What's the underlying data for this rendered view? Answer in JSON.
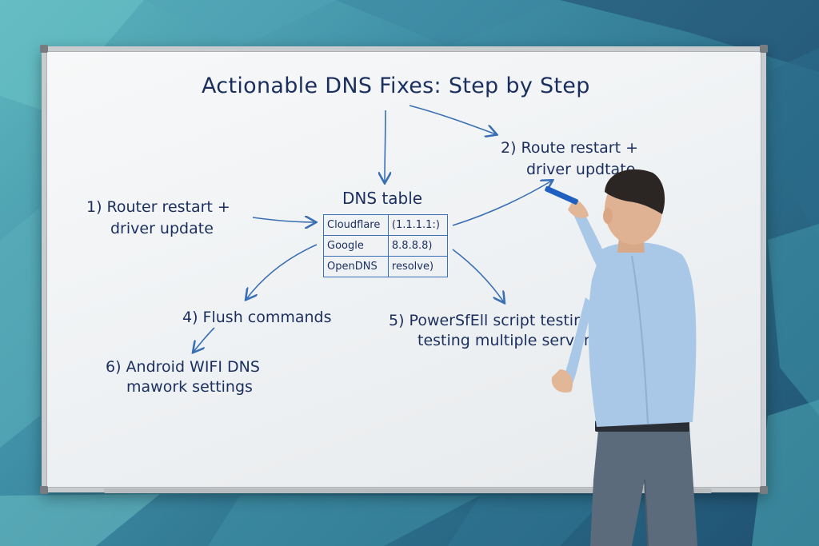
{
  "board": {
    "title": "Actionable DNS Fixes: Step by Step",
    "step1_line1": "1) Router restart +",
    "step1_line2": "driver update",
    "step2_line1": "2) Route restart +",
    "step2_line2": "driver updtate",
    "table_title": "DNS table",
    "table": [
      [
        "Cloudflare",
        "(1.1.1.1:)"
      ],
      [
        "Google",
        "8.8.8.8)"
      ],
      [
        "OpenDNS",
        "resolve)"
      ]
    ],
    "step4": "4) Flush commands",
    "step5_line1": "5) PowerSfEll script testir",
    "step5_line2": "testing multiple servers",
    "step6_line1": "6) Android WIFI DNS",
    "step6_line2": "mawork settings"
  },
  "colors": {
    "marker_ink": "#1b2f5e",
    "arrow_ink": "#3a6fb4",
    "shirt": "#a9c7e6",
    "trousers": "#5b6b7c"
  }
}
